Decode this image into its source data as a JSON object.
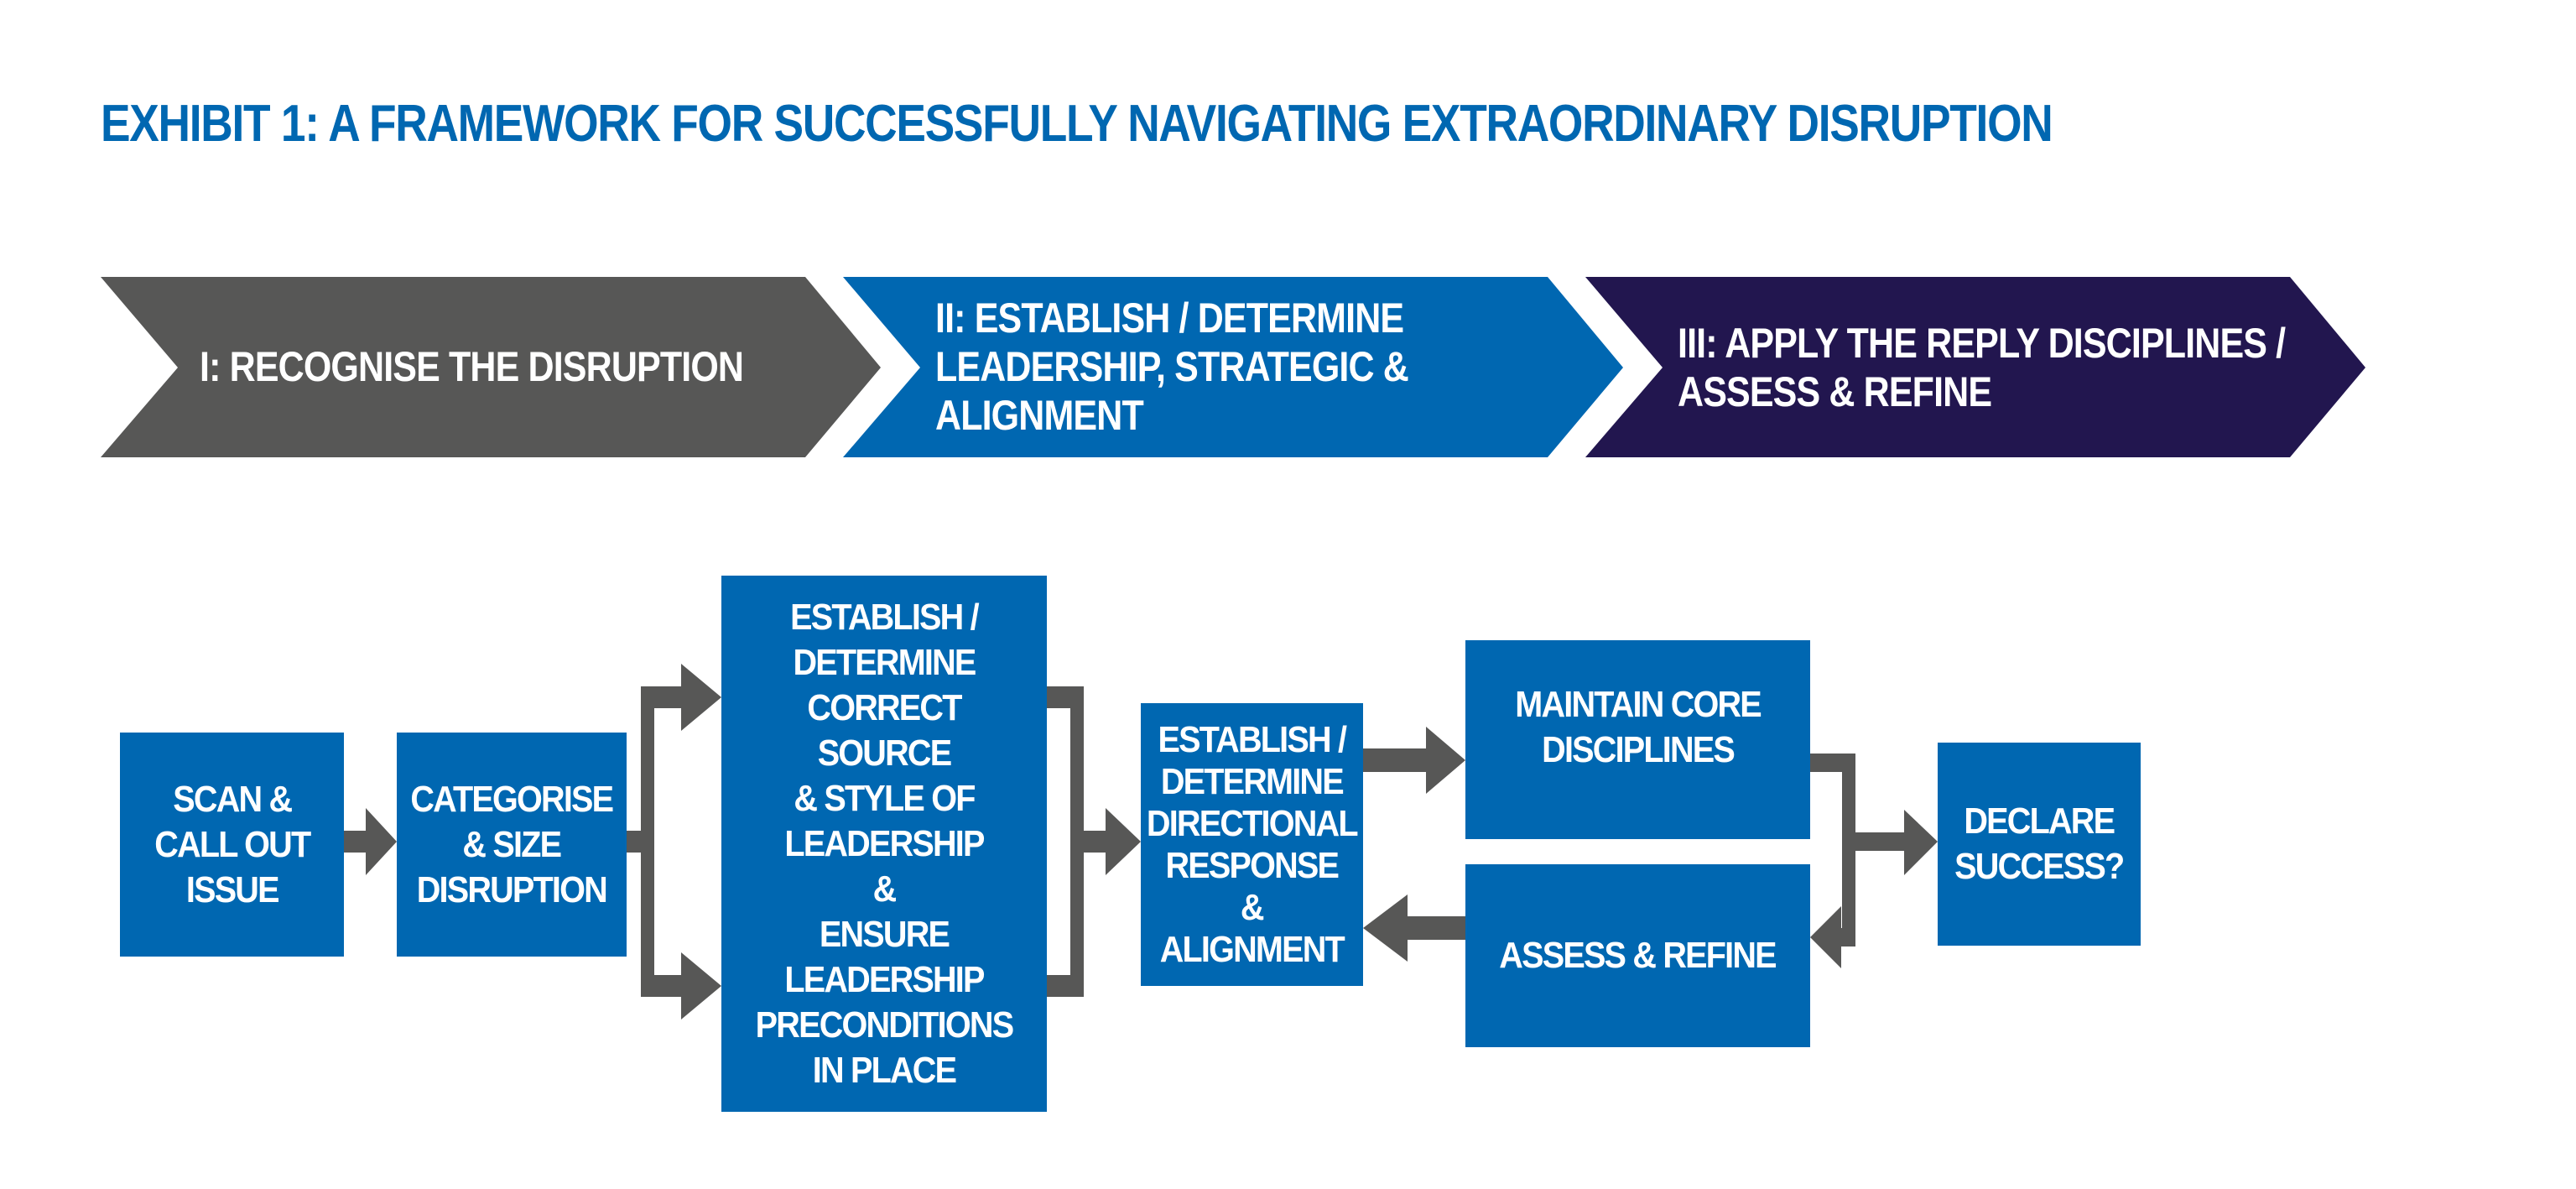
{
  "title": "EXHIBIT 1: A FRAMEWORK FOR SUCCESSFULLY NAVIGATING EXTRAORDINARY DISRUPTION",
  "colors": {
    "title": "#0067b1",
    "phase1": "#575756",
    "phase2": "#0067b1",
    "phase3": "#22164f",
    "box": "#0067b1",
    "arrow": "#575756"
  },
  "phases": [
    {
      "label": "I: RECOGNISE THE DISRUPTION"
    },
    {
      "label_lines": [
        "II: ESTABLISH / DETERMINE",
        "LEADERSHIP, STRATEGIC &",
        "ALIGNMENT"
      ]
    },
    {
      "label_lines": [
        "III: APPLY THE REPLY DISCIPLINES /",
        "ASSESS & REFINE"
      ]
    }
  ],
  "steps": {
    "scan": "SCAN &\nCALL OUT\nISSUE",
    "categorise": "CATEGORISE\n& SIZE\nDISRUPTION",
    "leadership": "ESTABLISH /\nDETERMINE\nCORRECT SOURCE\n& STYLE OF\nLEADERSHIP\n&\nENSURE\nLEADERSHIP\nPRECONDITIONS\nIN PLACE",
    "directional": "ESTABLISH /\nDETERMINE\nDIRECTIONAL\nRESPONSE\n& ALIGNMENT",
    "maintain": "MAINTAIN CORE\nDISCIPLINES",
    "assess": "ASSESS & REFINE",
    "declare": "DECLARE\nSUCCESS?"
  }
}
